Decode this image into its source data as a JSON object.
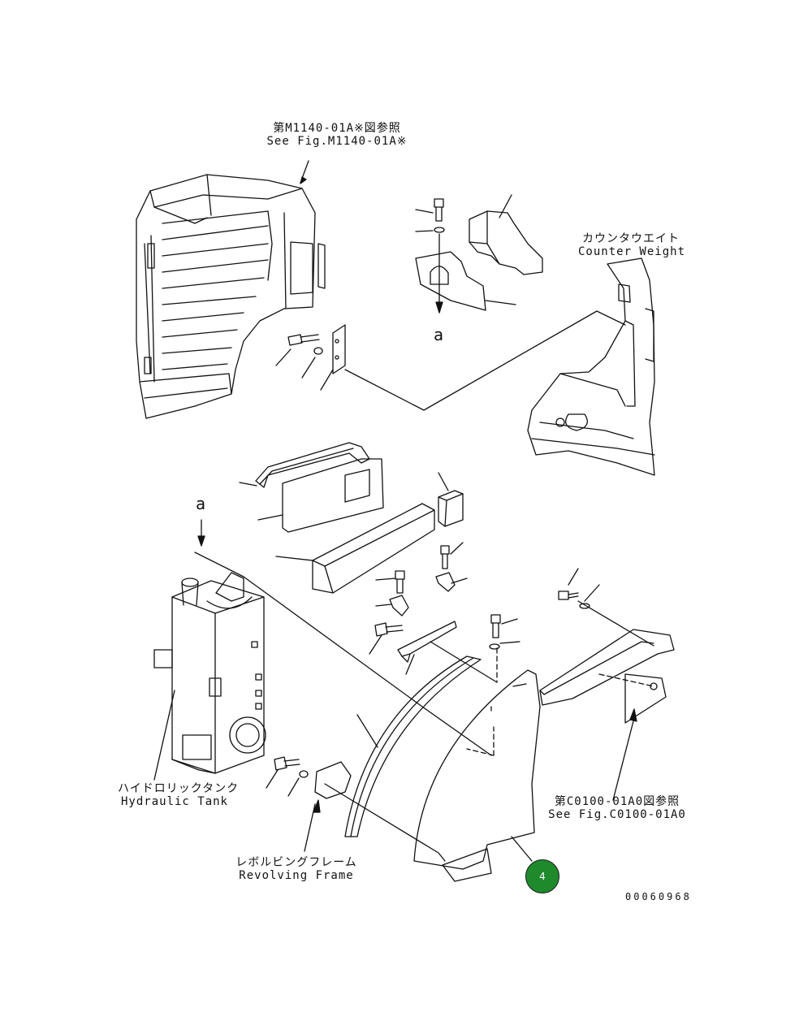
{
  "references": {
    "top": {
      "jp": "第M1140-01A※図参照",
      "en": "See Fig.M1140-01A※"
    },
    "right": {
      "jp": "第C0100-01A0図参照",
      "en": "See Fig.C0100-01A0"
    }
  },
  "parts": {
    "counter_weight": {
      "jp": "カウンタウエイト",
      "en": "Counter Weight"
    },
    "hydraulic_tank": {
      "jp": "ハイドロリックタンク",
      "en": "Hydraulic Tank"
    },
    "revolving_frame": {
      "jp": "レボルビングフレーム",
      "en": "Revolving Frame"
    }
  },
  "callouts": {
    "upper": "a",
    "lower": "a"
  },
  "item_badge": {
    "number": "4",
    "color": "#1f8a2c"
  },
  "drawing_number": "00060968"
}
